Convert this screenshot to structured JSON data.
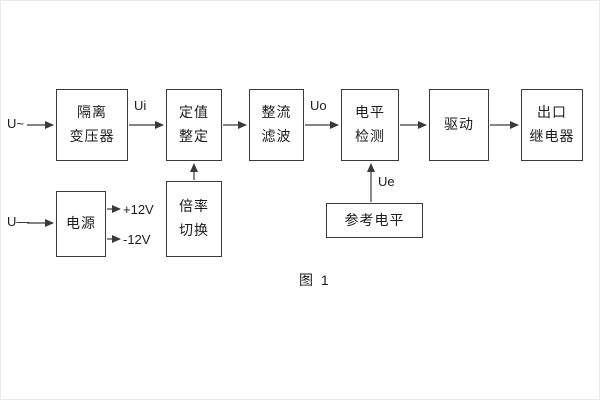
{
  "caption": "图 1",
  "labels": {
    "u_ac": "U~",
    "u_dc": "U—",
    "ui": "Ui",
    "uo": "Uo",
    "ue": "Ue",
    "plus12": "+12V",
    "minus12": "-12V"
  },
  "blocks": {
    "transformer": {
      "lines": [
        "隔离",
        "变压器"
      ]
    },
    "setting": {
      "lines": [
        "定值",
        "整定"
      ]
    },
    "rectifier": {
      "lines": [
        "整流",
        "滤波"
      ]
    },
    "level_detect": {
      "lines": [
        "电平",
        "检测"
      ]
    },
    "drive": {
      "lines": [
        "驱动"
      ]
    },
    "output_relay": {
      "lines": [
        "出口",
        "继电器"
      ]
    },
    "power": {
      "lines": [
        "电源"
      ]
    },
    "ratio_switch": {
      "lines": [
        "倍率",
        "切换"
      ]
    },
    "reference_level": {
      "lines": [
        "参考电平"
      ]
    }
  },
  "colors": {
    "line": "#3a3a3a",
    "text": "#1c1c1c",
    "background": "#ffffff"
  }
}
